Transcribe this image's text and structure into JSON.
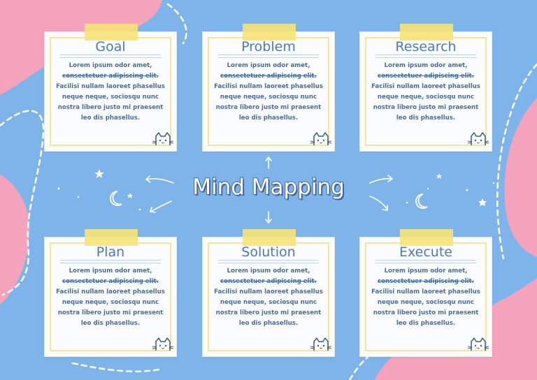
{
  "title": "Mind Mapping",
  "cards": [
    {
      "title": "Goal",
      "lines": [
        "Lorem ipsum odor amet,",
        "consectetuer adipiscing elit.",
        "Facilisi nullam laoreet phasellus",
        "neque neque, sociosqu nunc",
        "nostra libero justo mi praesent",
        "leo dis phasellus."
      ]
    },
    {
      "title": "Problem",
      "lines": [
        "Lorem ipsum odor amet,",
        "consectetuer adipiscing elit.",
        "Facilisi nullam laoreet phasellus",
        "neque neque, sociosqu nunc",
        "nostra libero justo mi praesent",
        "leo dis phasellus."
      ]
    },
    {
      "title": "Research",
      "lines": [
        "Lorem ipsum odor amet,",
        "consectetuer adipiscing elit.",
        "Facilisi nullam laoreet phasellus",
        "neque neque, sociosqu nunc",
        "nostra libero justo mi praesent",
        "leo dis phasellus."
      ]
    },
    {
      "title": "Plan",
      "lines": [
        "Lorem ipsum odor amet,",
        "consectetuer adipiscing elit.",
        "Facilisi nullam laoreet phasellus",
        "neque neque, sociosqu nunc",
        "nostra libero justo mi praesent",
        "leo dis phasellus."
      ]
    },
    {
      "title": "Solution",
      "lines": [
        "Lorem ipsum odor amet,",
        "consectetuer adipiscing elit.",
        "Facilisi nullam laoreet phasellus",
        "neque neque, sociosqu nunc",
        "nostra libero justo mi praesent",
        "leo dis phasellus."
      ]
    },
    {
      "title": "Execute",
      "lines": [
        "Lorem ipsum odor amet,",
        "consectetuer adipiscing elit.",
        "Facilisi nullam laoreet phasellus",
        "neque neque, sociosqu nunc",
        "nostra libero justo mi praesent",
        "leo dis phasellus."
      ]
    }
  ],
  "colors": {
    "background": "#7fb4ea",
    "blob_pink": "#f5a3bd",
    "tape": "#f7e378",
    "text": "#4a6c9c",
    "title_outline": "#40669c"
  },
  "icons": [
    "cat-face-icon",
    "moon-icon",
    "star-icon",
    "arrow-icon"
  ]
}
